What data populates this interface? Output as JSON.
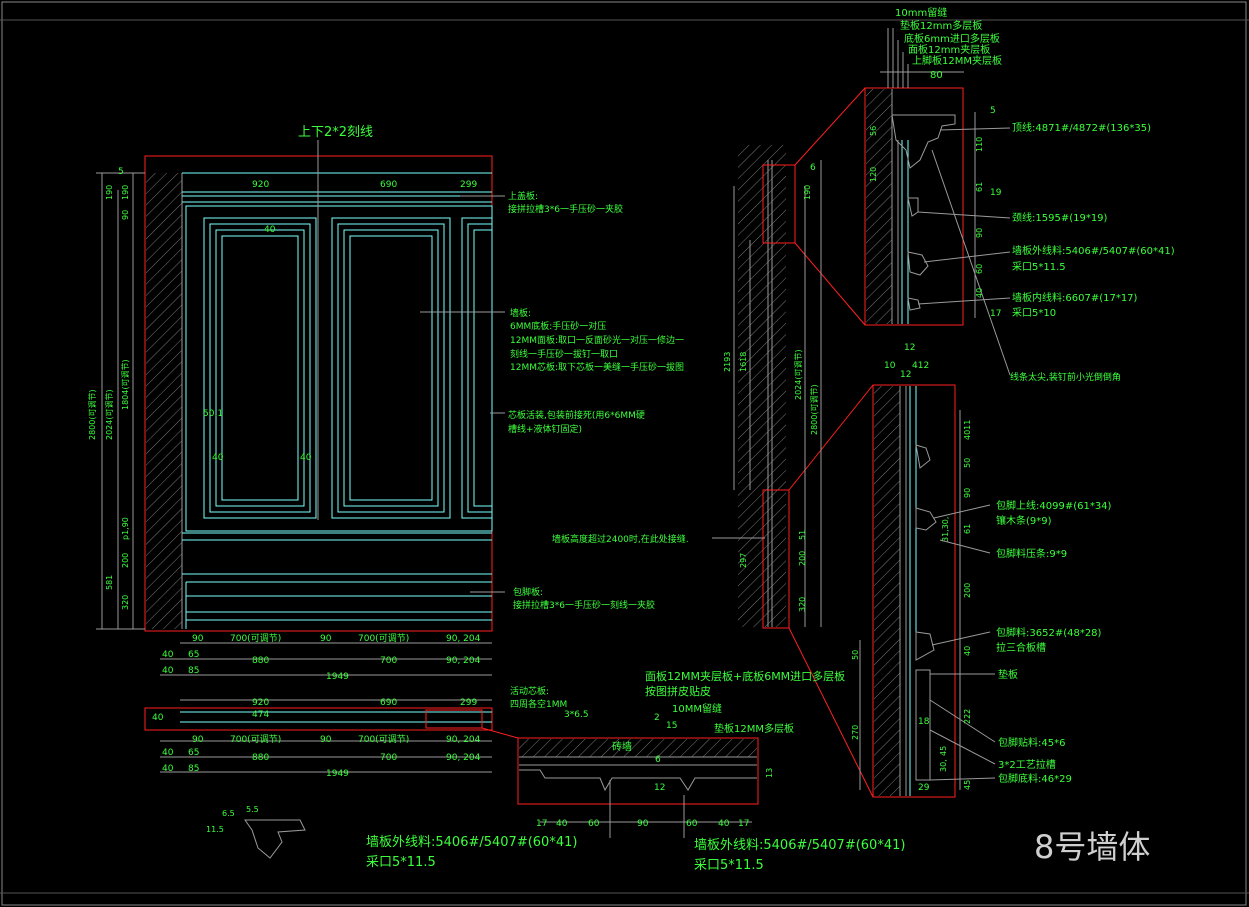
{
  "title": "8号墙体",
  "elevation": {
    "top_note": "上下2*2刻线",
    "cap_label": "上盖板:",
    "cap_desc": "接拼拉槽3*6一手压砂一夹胶",
    "wall_label": "墙板:",
    "wall_l1": "6MM底板:手压砂一对压",
    "wall_l2": "12MM面板:取口一反面砂光一对压一修边一",
    "wall_l3": "刻线一手压砂一拔钉一取口",
    "wall_l4": "12MM芯板:取下芯板一美缝一手压砂一拔图",
    "core_l1": "芯板活装,包装前接死(用6*6MM硬",
    "core_l2": "槽线+液体钉固定)",
    "base_label": "包脚板:",
    "base_desc": "接拼拉槽3*6一手压砂一刻线一夹胶",
    "dim_top": [
      "920",
      "690",
      "299"
    ],
    "dim_h_left": "2800(可调节)",
    "dim_h_mid": "2024(可调节)",
    "dim_h_in": "1804(可调节)",
    "dim_581": "581",
    "dim_190a": "190",
    "dim_190b": "190",
    "dim_90": "90",
    "dim_5": "5",
    "dim_200": "200",
    "dim_320": "320",
    "dim_90b": "p1,90",
    "dim_40": "40",
    "dim_50": "50.1",
    "dim_40a": "40",
    "dim_40b": "40",
    "row1": [
      "90",
      "700(可调节)",
      "90",
      "700(可调节)",
      "90, 204"
    ],
    "row2": [
      "40",
      "65",
      "880",
      "700",
      "90, 204"
    ],
    "row3": [
      "40",
      "85",
      "1949"
    ]
  },
  "plan": {
    "dims_top": [
      "920",
      "690",
      "299"
    ],
    "dim_474": "474",
    "dim_40": "40",
    "row1": [
      "90",
      "700(可调节)",
      "90",
      "700(可调节)",
      "90, 204"
    ],
    "row2": [
      "40",
      "65",
      "880",
      "700",
      "90, 204"
    ],
    "row3": [
      "40",
      "85",
      "1949"
    ],
    "note_core": "活动芯板:",
    "note_core2": "四周各空1MM"
  },
  "detail_plan": {
    "note1": "面板12MM夹层板+底板6MM进口多层板",
    "note2": "按图拼皮贴皮",
    "note3": "10MM留缝",
    "note4": "垫板12MM多层板",
    "wall": "砖墙",
    "d36": "3*6.5",
    "d2": "2",
    "d15": "15",
    "d6": "6",
    "d12": "12",
    "d13": "13",
    "bottom": [
      "17",
      "40",
      "60",
      "90",
      "60",
      "40",
      "17"
    ],
    "callout_a1": "墙板外线料:5406#/5407#(60*41)",
    "callout_a2": "采口5*11.5",
    "callout_b1": "墙板外线料:5406#/5407#(60*41)",
    "callout_b2": "采口5*11.5"
  },
  "profile_small": {
    "d1": "6.5",
    "d2": "5.5",
    "d3": "11.5"
  },
  "section": {
    "top_notes": [
      "10mm留缝",
      "垫板12mm多层板",
      "底板6mm进口多层板",
      "面板12mm夹层板",
      "上脚板12MM夹层板"
    ],
    "d80": "80",
    "d6": "6",
    "d190": "190",
    "d2193": "2193",
    "d1618": "1618",
    "d2024": "2024(可调节)",
    "d2800": "2800(可调节)",
    "d297": "297",
    "d200": "200",
    "d51": "51",
    "d320": "320",
    "joint_note": "墙板高度超过2400时,在此处接缝."
  },
  "detail_top": {
    "d5": "5",
    "d110": "110",
    "d61": "61",
    "d19": "19",
    "d90": "90",
    "d60": "60",
    "d40": "40",
    "d17": "17",
    "d56": "56",
    "d120": "120",
    "d12": "12",
    "n1": "顶线:4871#/4872#(136*35)",
    "n2": "颈线:1595#(19*19)",
    "n3": "墙板外线料:5406#/5407#(60*41)",
    "n3b": "采口5*11.5",
    "n4": "墙板内线料:6607#(17*17)",
    "n4b": "采口5*10",
    "n5": "线条太尖,装钉前小光倒倒角"
  },
  "detail_bottom": {
    "d10": "10",
    "d12": "12",
    "d412": "412",
    "d4011": "4011",
    "d50": "50",
    "d90": "90",
    "d3130": "31,30,",
    "d61": "61",
    "d200": "200",
    "d40": "40",
    "d222": "222",
    "d18": "18",
    "d45": "45",
    "d30": "30,",
    "d15": "45",
    "d29": "29",
    "d50b": "50",
    "d270": "270",
    "n1": "包脚上线:4099#(61*34)",
    "n1b": "镶木条(9*9)",
    "n2": "包脚料压条:9*9",
    "n3": "包脚料:3652#(48*28)",
    "n3b": "拉三合板槽",
    "n4": "垫板",
    "n5": "包脚贴料:45*6",
    "n6": "3*2工艺拉槽",
    "n7": "包脚底料:46*29"
  },
  "colors": {
    "text": "#3cff3c",
    "cyan": "#7fffff",
    "red": "#ff2020",
    "gray": "#9a9a9a",
    "yellow": "#e8e020"
  }
}
